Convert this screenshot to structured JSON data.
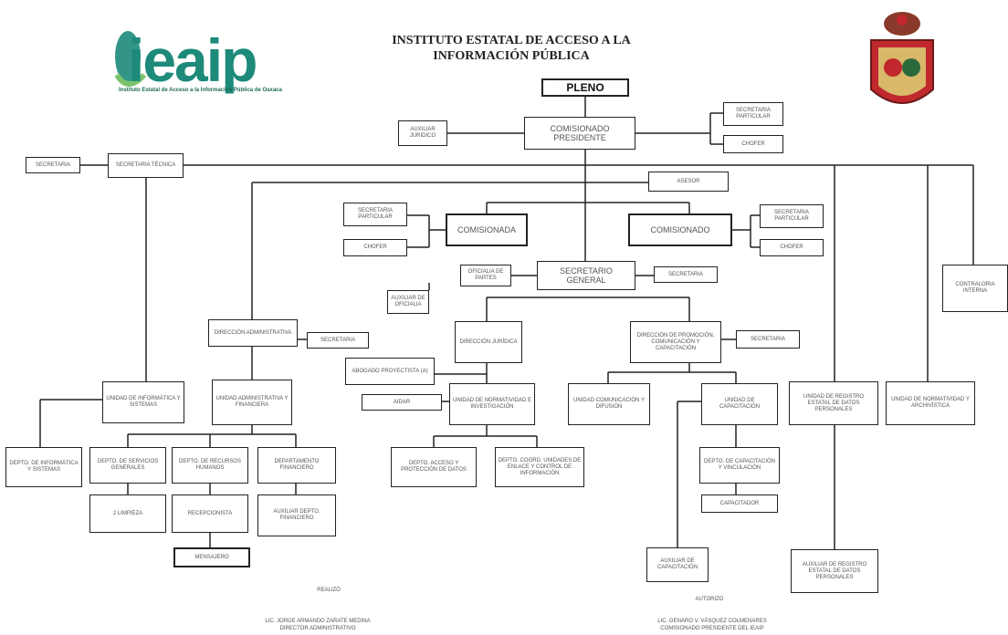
{
  "header": {
    "logo_text": "ieaip",
    "logo_subtitle": "Instituto Estatal de Acceso a la Información Pública de Oaxaca",
    "title_line1": "INSTITUTO ESTATAL DE  ACCESO A LA",
    "title_line2": "INFORMACIÓN PÚBLICA"
  },
  "nodes": {
    "pleno": "PLENO",
    "comisionado_presidente": "COMISIONADO PRESIDENTE",
    "auxiliar_juridico": "AUXILIAR JURIDICO",
    "secretaria_particular_1": "SECRETARIA PARTICULAR",
    "chofer_1": "CHOFER",
    "secretaria_1": "SECRETARIA",
    "secretaria_tecnica": "SECRETARIA TÉCNICA",
    "asesor": "ASESOR",
    "secretaria_particular_2": "SECRETARIA PARTICULAR",
    "comisionada": "COMISIONADA",
    "chofer_2": "CHOFER",
    "comisionado": "COMISIONADO",
    "secretaria_particular_3": "SECRETARIA PARTICULAR",
    "chofer_3": "CHOFER",
    "oficialia_partes": "OFICIALIA DE PARTES",
    "secretario_general": "SECRETARIO GENERAL",
    "secretaria_2": "SECRETARIA",
    "auxiliar_oficialia": "AUXILIAR DE OFICIALIA",
    "contraloria_interna": "CONTRALORIA INTERNA",
    "direccion_administrativa": "DIRECCIÓN ADMINISTRATIVA",
    "secretaria_3": "SECRETARIA",
    "direccion_juridica": "DIRECCIÓN JURÍDICA",
    "direccion_promocion": "DIRECCIÓN DE PROMOCIÓN, COMUNICACIÓN Y CAPACITACIÓN",
    "secretaria_4": "SECRETARIA",
    "abogado_proyectista": "ABOGADO PROYECTISTA (A)",
    "aidar": "AIDAR",
    "unidad_normatividad_investigacion": "UNIDAD DE NORMATIVIDAD E INVESTIGACIÓN",
    "unidad_informatica": "UNIDAD DE INFORMÁTICA Y SISTEMAS",
    "unidad_administrativa": "UNIDAD ADMINISTRATIVA Y FINANCIERA",
    "unidad_comunicacion": "UNIDAD COMUNICACIÓN Y DIFUSIÓN",
    "unidad_capacitacion": "UNIDAD DE CAPACITACIÓN",
    "unidad_registro": "UNIDAD DE REGISTRO ESTATAL DE DATOS PERSONALES",
    "unidad_normatividad_archivistica": "UNIDAD DE NORMATIVIDAD Y ARCHIVÍSTICA",
    "depto_informatica": "DEPTO. DE INFORMÁTICA Y SISTEMAS",
    "depto_servicios": "DEPTO. DE SERVICIOS GENERALES",
    "depto_recursos": "DEPTO. DE RECURSOS HUMANOS",
    "depto_financiero": "DEPARTAMENTO FINANCIERO",
    "depto_acceso": "DEPTO. ACCESO Y PROTECCIÓN DE DATOS",
    "depto_coord": "DEPTO. COORD. UNIDADES DE ENLACE Y CONTROL DE INFORMACIÓN",
    "depto_capacitacion": "DEPTO. DE CAPACITACIÓN Y VINCULACIÓN",
    "limpieza": "2 LIMPIEZA",
    "recepcionista": "RECEPCIONISTA",
    "auxiliar_financiero": "AUXILIAR DEPTO. FINANCIERO",
    "capacitador": "CAPACITADOR",
    "mensajero": "MENSAJERO",
    "auxiliar_capacitacion": "AUXILIAR DE CAPACITACIÓN",
    "auxiliar_registro": "AUXILIAR DE REGISTRO ESTATAL DE DATOS PERSONALES"
  },
  "footer": {
    "realizo_label": "REALIZÓ",
    "realizo_name": "LIC. JORGE ARMANDO ZARATE MEDINA",
    "realizo_role": "DIRECTOR ADMINISTRATIVO",
    "autorizo_label": "AUTORIZÓ",
    "autorizo_name": "LIC. GENARO V. VÁSQUEZ COLMENARES",
    "autorizo_role": "COMISIONADO PRESIDENTE DEL IEAIP"
  },
  "colors": {
    "logo": "#1d8a7a",
    "seal_red": "#c0282d",
    "line": "#222222"
  }
}
